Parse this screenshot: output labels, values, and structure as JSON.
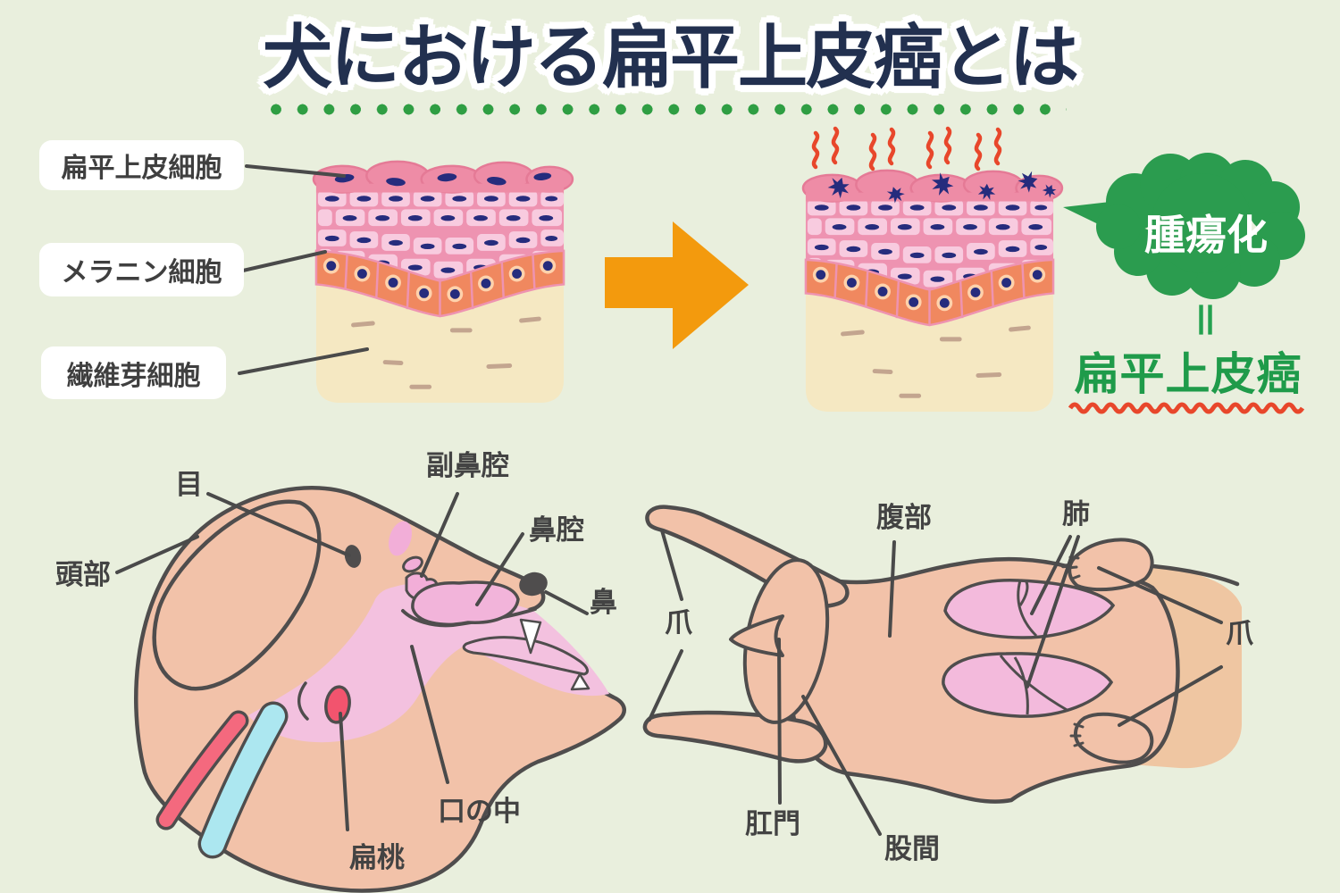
{
  "title": "犬における扁平上皮癌とは",
  "colors": {
    "background": "#e9efdd",
    "title_navy": "#22304f",
    "accent_green": "#2b9c4f",
    "arrow_orange": "#f39a0d",
    "alert_red": "#e8472b",
    "outline_gray": "#4f4d4d",
    "skin_tan": "#f2c2a9",
    "mucosa_pink": "#f3c1df"
  },
  "cell_labels": {
    "squamous": "扁平上皮細胞",
    "melanocyte": "メラニン細胞",
    "fibroblast": "繊維芽細胞"
  },
  "transformation": {
    "bubble": "腫瘍化",
    "equals": "＝",
    "result": "扁平上皮癌"
  },
  "head_diagram": {
    "eye": "目",
    "head": "頭部",
    "paranasal_sinus": "副鼻腔",
    "nasal_cavity": "鼻腔",
    "nose": "鼻",
    "mouth_inside": "口の中",
    "tonsil": "扁桃"
  },
  "body_diagram": {
    "claw_left": "爪",
    "abdomen": "腹部",
    "lung": "肺",
    "claw_right": "爪",
    "anus": "肛門",
    "groin": "股間"
  }
}
